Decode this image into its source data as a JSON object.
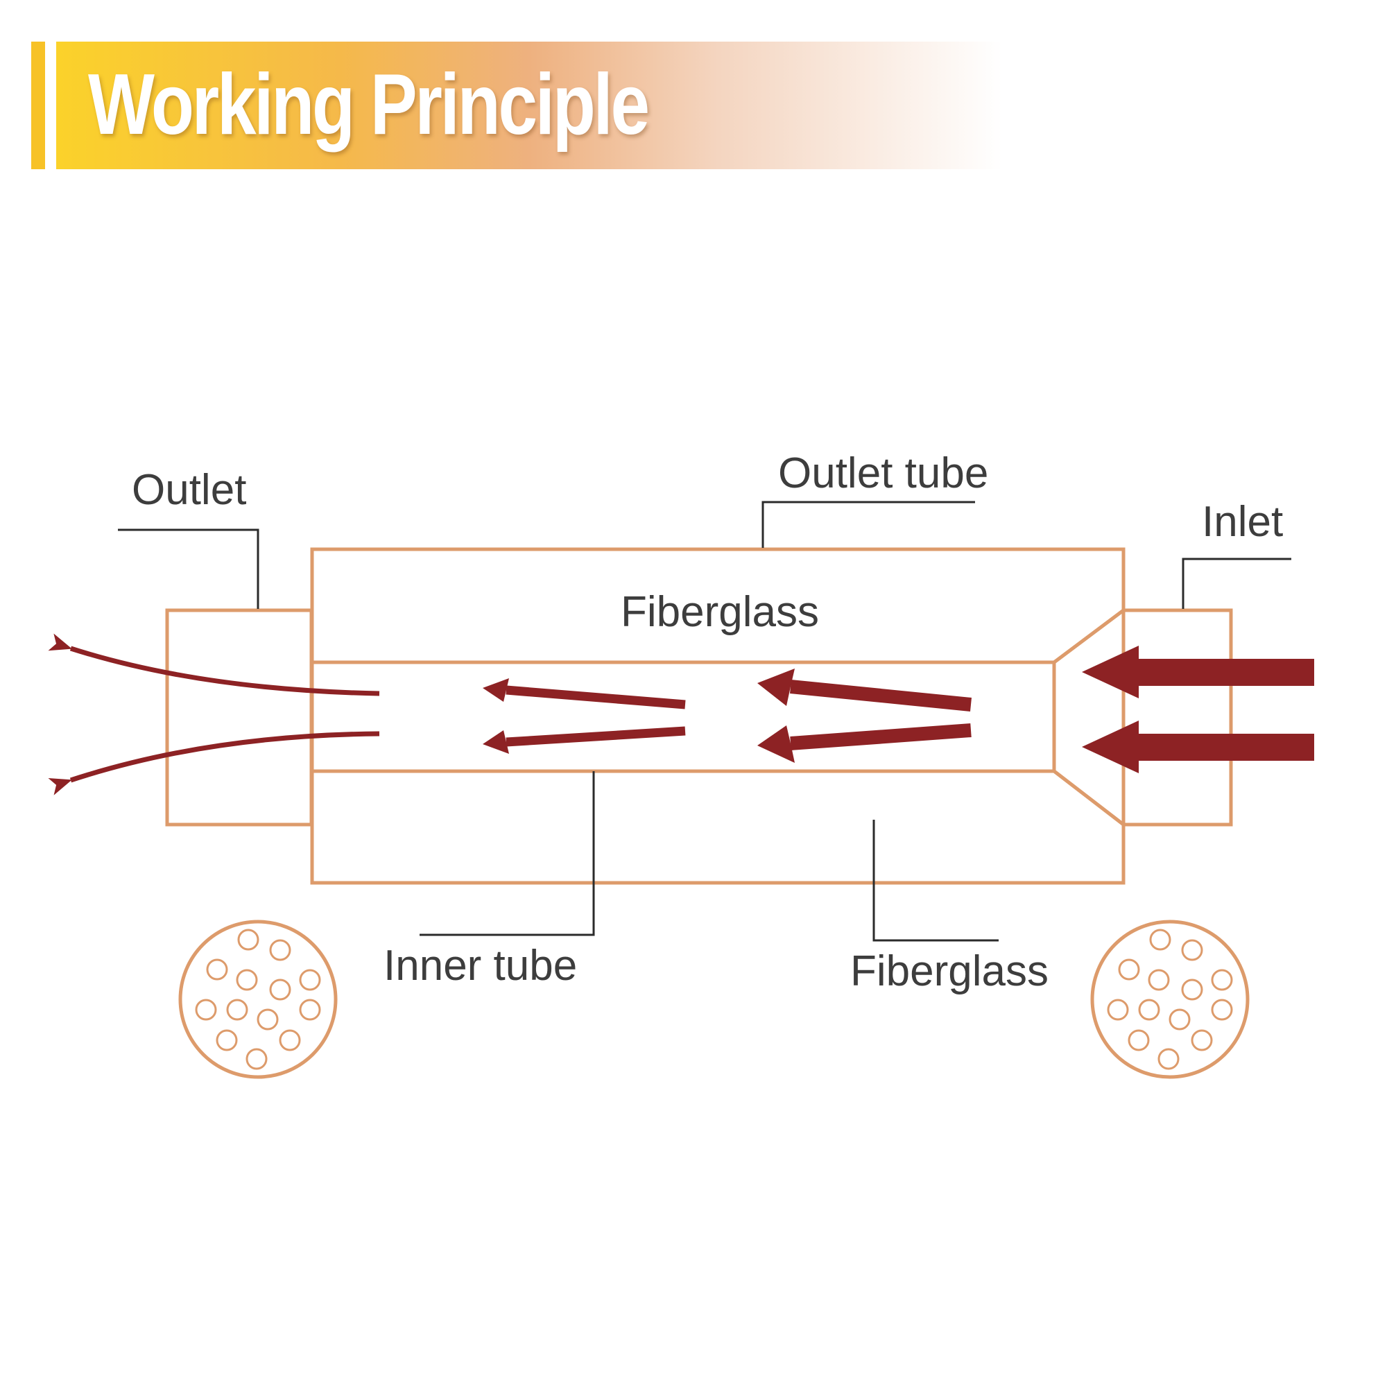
{
  "header": {
    "title": "Working Principle"
  },
  "diagram": {
    "labels": {
      "outlet": "Outlet",
      "outlet_tube": "Outlet tube",
      "inlet": "Inlet",
      "fiberglass_top": "Fiberglass",
      "inner_tube": "Inner tube",
      "fiberglass_bottom": "Fiberglass"
    },
    "colors": {
      "tube_outline": "#dd9b6b",
      "flow_arrow": "#8d2224",
      "leader_line": "#2b2b2b",
      "label_text": "#3d3d3d",
      "banner_yellow": "#fbd22a",
      "banner_orange": "#eeb17f"
    }
  }
}
